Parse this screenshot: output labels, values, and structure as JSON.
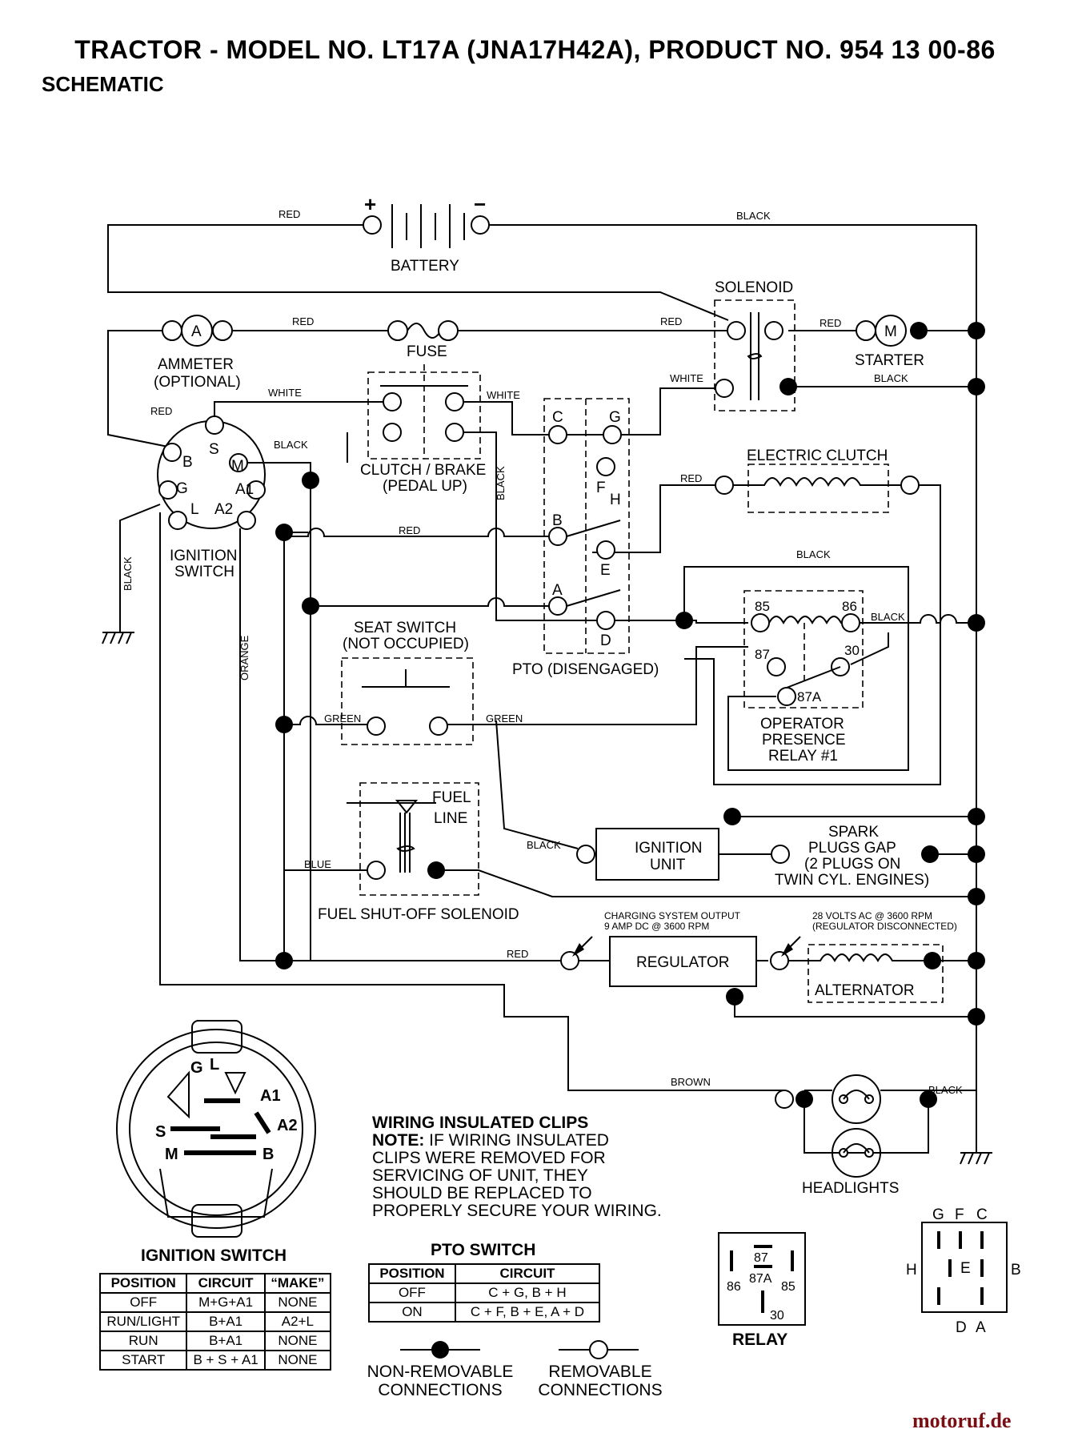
{
  "title": "TRACTOR - MODEL NO. LT17A (JNA17H42A), PRODUCT NO. 954 13 00-86",
  "subtitle": "SCHEMATIC",
  "components": {
    "battery": "BATTERY",
    "battery_plus": "+",
    "battery_minus": "−",
    "solenoid": "SOLENOID",
    "ammeter": [
      "AMMETER",
      "(OPTIONAL)"
    ],
    "ammeter_symbol": "A",
    "fuse": "FUSE",
    "starter": "STARTER",
    "starter_symbol": "M",
    "clutch_brake": [
      "CLUTCH / BRAKE",
      "(PEDAL UP)"
    ],
    "electric_clutch": "ELECTRIC CLUTCH",
    "ignition_switch": [
      "IGNITION",
      "SWITCH"
    ],
    "seat_switch": [
      "SEAT SWITCH",
      "(NOT OCCUPIED)"
    ],
    "pto": "PTO (DISENGAGED)",
    "operator_relay": [
      "OPERATOR",
      "PRESENCE",
      "RELAY #1"
    ],
    "fuel_line": [
      "FUEL",
      "LINE"
    ],
    "fuel_solenoid": "FUEL SHUT-OFF SOLENOID",
    "ignition_unit": [
      "IGNITION",
      "UNIT"
    ],
    "spark_plugs": [
      "SPARK",
      "PLUGS GAP",
      "(2 PLUGS ON",
      "TWIN CYL. ENGINES)"
    ],
    "regulator": "REGULATOR",
    "alternator": "ALTERNATOR",
    "charging_note": [
      "CHARGING SYSTEM OUTPUT",
      "9 AMP DC @ 3600 RPM"
    ],
    "alternator_note": [
      "28 VOLTS AC @ 3600 RPM",
      "(REGULATOR DISCONNECTED)"
    ],
    "headlights": "HEADLIGHTS",
    "relay_bottom": "RELAY"
  },
  "terminals": {
    "ignition": [
      "B",
      "S",
      "M",
      "G",
      "A1",
      "L",
      "A2"
    ],
    "pto": [
      "C",
      "G",
      "F",
      "H",
      "B",
      "E",
      "A",
      "D"
    ],
    "relay": [
      "85",
      "86",
      "87",
      "30",
      "87A"
    ],
    "connector": [
      "G",
      "F",
      "C",
      "H",
      "E",
      "B",
      "D",
      "A"
    ]
  },
  "wire_colors": {
    "red": "RED",
    "black": "BLACK",
    "white": "WHITE",
    "green": "GREEN",
    "orange": "ORANGE",
    "blue": "BLUE",
    "brown": "BROWN"
  },
  "ignition_face": {
    "title": "IGNITION SWITCH",
    "labels": [
      "G",
      "L",
      "A1",
      "A2",
      "S",
      "M",
      "B"
    ]
  },
  "ignition_table": {
    "headers": [
      "POSITION",
      "CIRCUIT",
      "“MAKE”"
    ],
    "rows": [
      [
        "OFF",
        "M+G+A1",
        "NONE"
      ],
      [
        "RUN/LIGHT",
        "B+A1",
        "A2+L"
      ],
      [
        "RUN",
        "B+A1",
        "NONE"
      ],
      [
        "START",
        "B + S + A1",
        "NONE"
      ]
    ]
  },
  "pto_table": {
    "title": "PTO SWITCH",
    "headers": [
      "POSITION",
      "CIRCUIT"
    ],
    "rows": [
      [
        "OFF",
        "C + G, B + H"
      ],
      [
        "ON",
        "C + F, B + E, A + D"
      ]
    ]
  },
  "note": {
    "heading": "WIRING INSULATED CLIPS",
    "prefix": "NOTE:",
    "first": " IF WIRING INSULATED",
    "lines": [
      "CLIPS WERE REMOVED FOR",
      "SERVICING OF UNIT, THEY",
      "SHOULD BE REPLACED TO",
      "PROPERLY SECURE YOUR WIRING."
    ]
  },
  "legend": {
    "non_removable": [
      "NON-REMOVABLE",
      "CONNECTIONS"
    ],
    "removable": [
      "REMOVABLE",
      "CONNECTIONS"
    ]
  },
  "watermark": "motoruf.de"
}
